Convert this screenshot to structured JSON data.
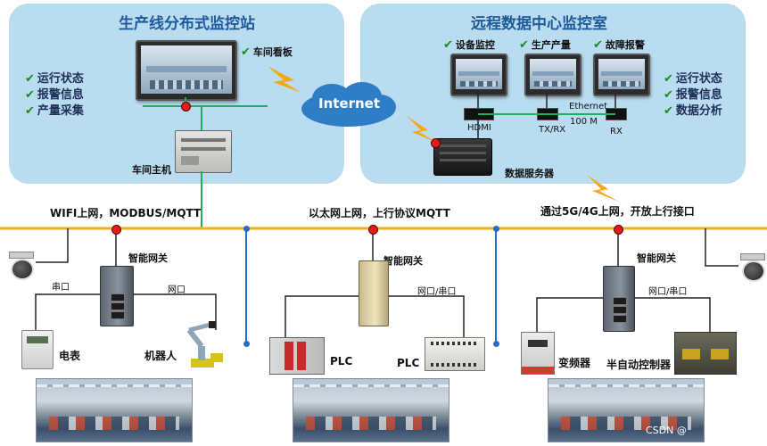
{
  "left_station": {
    "title": "生产线分布式监控站",
    "workshop_board": "车间看板",
    "workshop_host": "车间主机",
    "features": [
      "运行状态",
      "报警信息",
      "产量采集"
    ]
  },
  "right_station": {
    "title": "远程数据中心监控室",
    "screens": [
      "设备监控",
      "生产产量",
      "故障报警"
    ],
    "features": [
      "运行状态",
      "报警信息",
      "数据分析"
    ],
    "hdmi": "HDMI",
    "txrx": "TX/RX",
    "rx": "RX",
    "ethernet": "Ethernet",
    "speed": "100 M",
    "server": "数据服务器"
  },
  "cloud": {
    "label": "Internet"
  },
  "network_labels": {
    "left": "WIFI上网，MODBUS/MQTT",
    "middle": "以太网上网，上行协议MQTT",
    "right": "通过5G/4G上网，开放上行接口"
  },
  "field": {
    "gateway_label": "智能网关",
    "left": {
      "serial": "串口",
      "net": "网口",
      "meter": "电表",
      "robot": "机器人"
    },
    "middle": {
      "port": "网口/串口",
      "plc1": "PLC",
      "plc2": "PLC"
    },
    "right": {
      "port": "网口/串口",
      "vfd": "变频器",
      "controller": "半自动控制器"
    }
  },
  "watermark": "CSDN @",
  "colors": {
    "panel_bg": "#b9dcf0",
    "title": "#1f5a9a",
    "bus": "#f0b21c",
    "green_line": "#18b45a",
    "blue_line": "#2a6ac8",
    "node": "#e21b1b"
  }
}
